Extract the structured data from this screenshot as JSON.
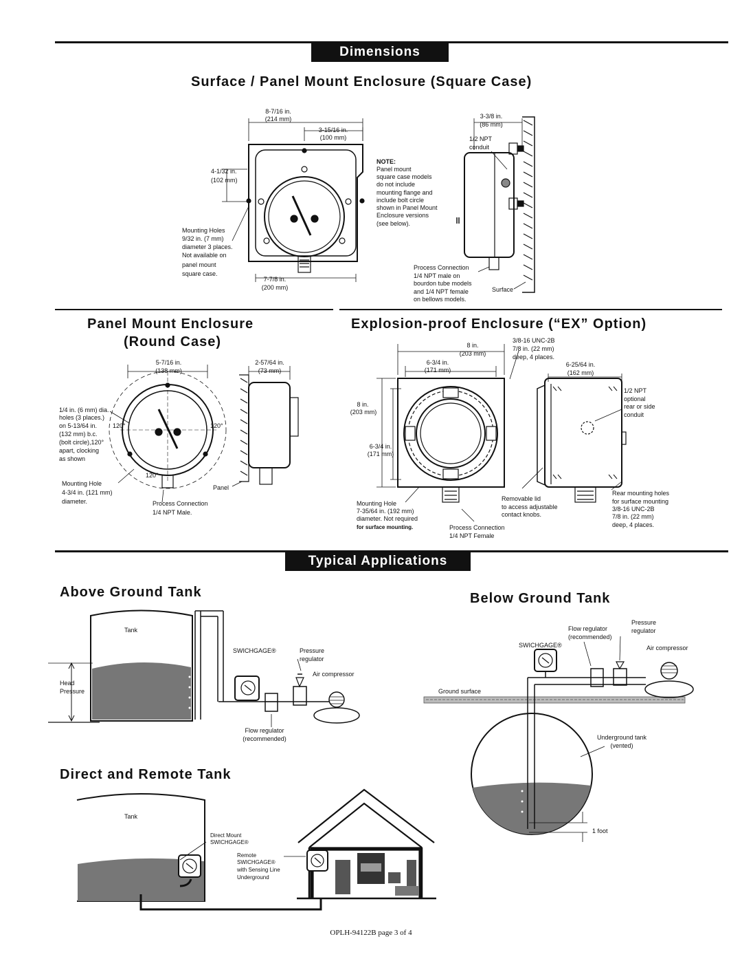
{
  "sections": {
    "dimensions": "Dimensions",
    "square_title": "Surface / Panel Mount Enclosure (Square Case)",
    "round_title_1": "Panel Mount Enclosure",
    "round_title_2": "(Round Case)",
    "ex_title": "Explosion-proof Enclosure (“EX” Option)",
    "typical": "Typical Applications",
    "above": "Above Ground Tank",
    "below": "Below Ground Tank",
    "direct": "Direct and Remote Tank"
  },
  "square": {
    "w1": "8-7/16 in.",
    "w1mm": "(214 mm)",
    "w2": "3-15/16 in.",
    "w2mm": "(100 mm)",
    "h1": "4-1/32 in.",
    "h1mm": "(102 mm)",
    "mh1": "Mounting Holes",
    "mh2": "9/32 in. (7 mm)",
    "mh3": "diameter 3 places.",
    "mh4": "Not available on",
    "mh5": "panel mount",
    "mh6": "square case.",
    "bw": "7-7/8 in.",
    "bwmm": "(200 mm)",
    "note_title": "NOTE:",
    "note1": "Panel mount",
    "note2": "square case models",
    "note3": "do not include",
    "note4": "mounting flange and",
    "note5": "include bolt circle",
    "note6": "shown in Panel Mount",
    "note7": "Enclosure versions",
    "note8": "(see below).",
    "d1": "3-3/8 in.",
    "d1mm": "(86 mm)",
    "npt1": "1/2 NPT",
    "npt2": "conduit",
    "pc1": "Process Connection",
    "pc2": "1/4 NPT male on",
    "pc3": "bourdon tube models",
    "pc4": "and 1/4 NPT female",
    "pc5": "on bellows models.",
    "surface": "Surface"
  },
  "round": {
    "w1": "5-7/16 in.",
    "w1mm": "(138 mm)",
    "d1": "2-57/64 in.",
    "d1mm": "(73 mm)",
    "l1": "1/4 in. (6 mm) dia.",
    "l2": "holes (3 places.)",
    "l3": "on 5-13/64 in.",
    "l4": "(132 mm) b.c.",
    "l5": "(bolt circle),120°",
    "l6": "apart, clocking",
    "l7": "as shown",
    "a1": "120°",
    "a2": "120°",
    "a3": "120°",
    "mh1": "Mounting Hole",
    "mh2": "4-3/4 in. (121 mm)",
    "mh3": "diameter.",
    "panel": "Panel",
    "pc1": "Process Connection",
    "pc2": "1/4 NPT Male."
  },
  "ex": {
    "w1": "8 in.",
    "w1mm": "(203 mm)",
    "w2": "6-3/4 in.",
    "w2mm": "(171 mm)",
    "h1": "8 in.",
    "h1mm": "(203 mm)",
    "h2": "6-3/4 in.",
    "h2mm": "(171 mm)",
    "unc1": "3/8-16 UNC-2B",
    "unc2": "7/8 in. (22 mm)",
    "unc3": "deep, 4 places.",
    "d1": "6-25/64 in.",
    "d1mm": "(162 mm)",
    "npt1": "1/2 NPT",
    "npt2": "optional",
    "npt3": "rear or side",
    "npt4": "conduit",
    "mh1": "Mounting Hole",
    "mh2": "7-35/64 in. (192 mm)",
    "mh3": "diameter. Not required",
    "mh4": "for surface mounting.",
    "pc1": "Process Connection",
    "pc2": "1/4 NPT Female",
    "rl1": "Removable lid",
    "rl2": "to access adjustable",
    "rl3": "contact knobs.",
    "rm1": "Rear mounting holes",
    "rm2": "for surface mounting",
    "rm3": "3/8-16 UNC-2B",
    "rm4": "7/8 in. (22 mm)",
    "rm5": "deep, 4 places."
  },
  "above": {
    "tank": "Tank",
    "swichgage": "SWICHGAGE®",
    "pr1": "Pressure",
    "pr2": "regulator",
    "air": "Air compressor",
    "head1": "Head",
    "head2": "Pressure",
    "fr1": "Flow regulator",
    "fr2": "(recommended)"
  },
  "below": {
    "fr1": "Flow regulator",
    "fr2": "(recommended)",
    "pr1": "Pressure",
    "pr2": "regulator",
    "swichgage": "SWICHGAGE®",
    "air": "Air compressor",
    "ground": "Ground surface",
    "ut1": "Underground tank",
    "ut2": "(vented)",
    "foot": "1 foot"
  },
  "direct": {
    "tank": "Tank",
    "dm1": "Direct Mount",
    "dm2": "SWICHGAGE®",
    "r1": "Remote",
    "r2": "SWICHGAGE®",
    "r3": "with Sensing Line",
    "r4": "Underground"
  },
  "footer": "OPLH-94122B page 3 of 4"
}
